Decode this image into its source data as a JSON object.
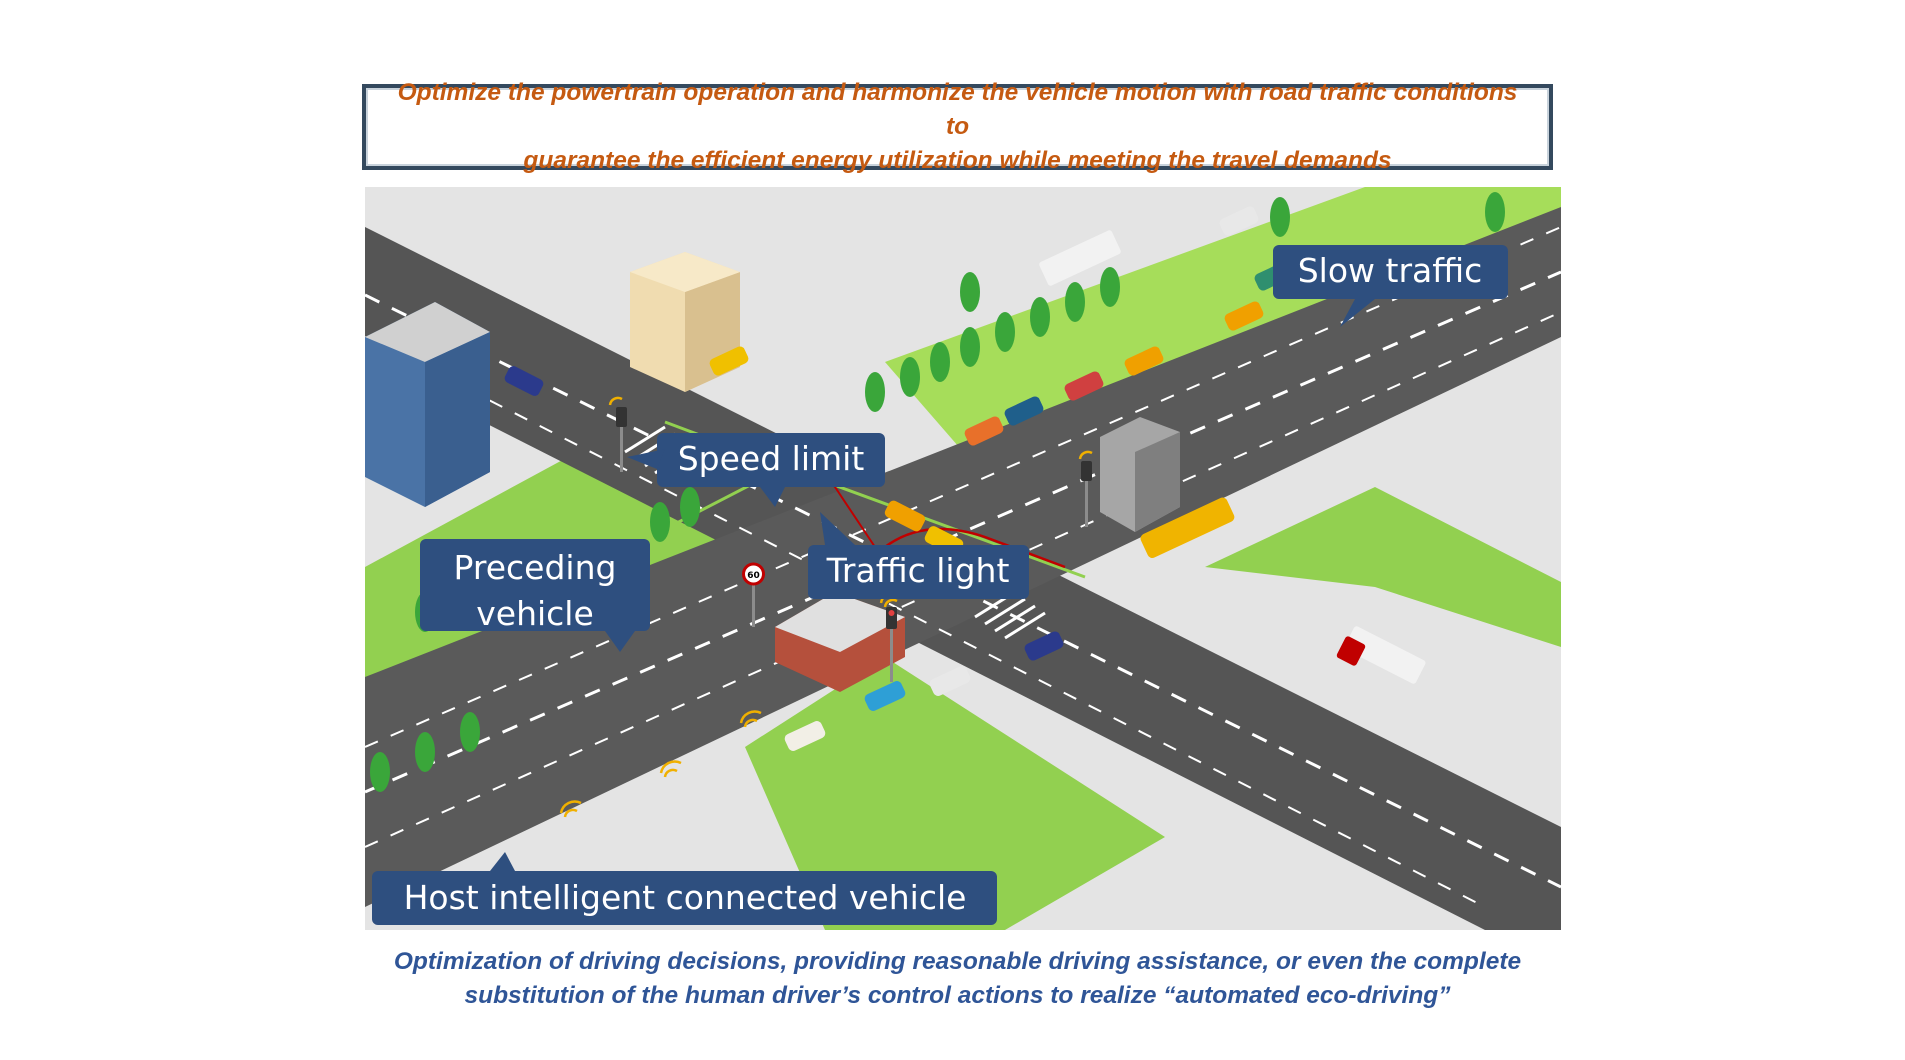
{
  "header": {
    "line1": "Optimize the powertrain operation and harmonize the vehicle motion with road traffic conditions to",
    "line2": "guarantee the efficient energy utilization while meeting the travel demands",
    "color": "#c55a11"
  },
  "callouts": {
    "slow_traffic": "Slow traffic",
    "speed_limit": "Speed limit",
    "preceding_vehicle_line1": "Preceding",
    "preceding_vehicle_line2": "vehicle",
    "traffic_light": "Traffic light",
    "host_vehicle": "Host intelligent connected vehicle",
    "speed_sign_value": "60"
  },
  "caption": {
    "line1": "Optimization of driving decisions, providing reasonable driving assistance, or even the complete",
    "line2": "substitution of the human driver’s control actions to realize “automated eco-driving”",
    "color": "#2f5597"
  },
  "colors": {
    "road": "#555555",
    "grass": "#92d050",
    "sidewalk": "#d9d9d9",
    "callout_bg": "#2e4f7f",
    "route_green": "#92d050",
    "route_red": "#c00000"
  }
}
